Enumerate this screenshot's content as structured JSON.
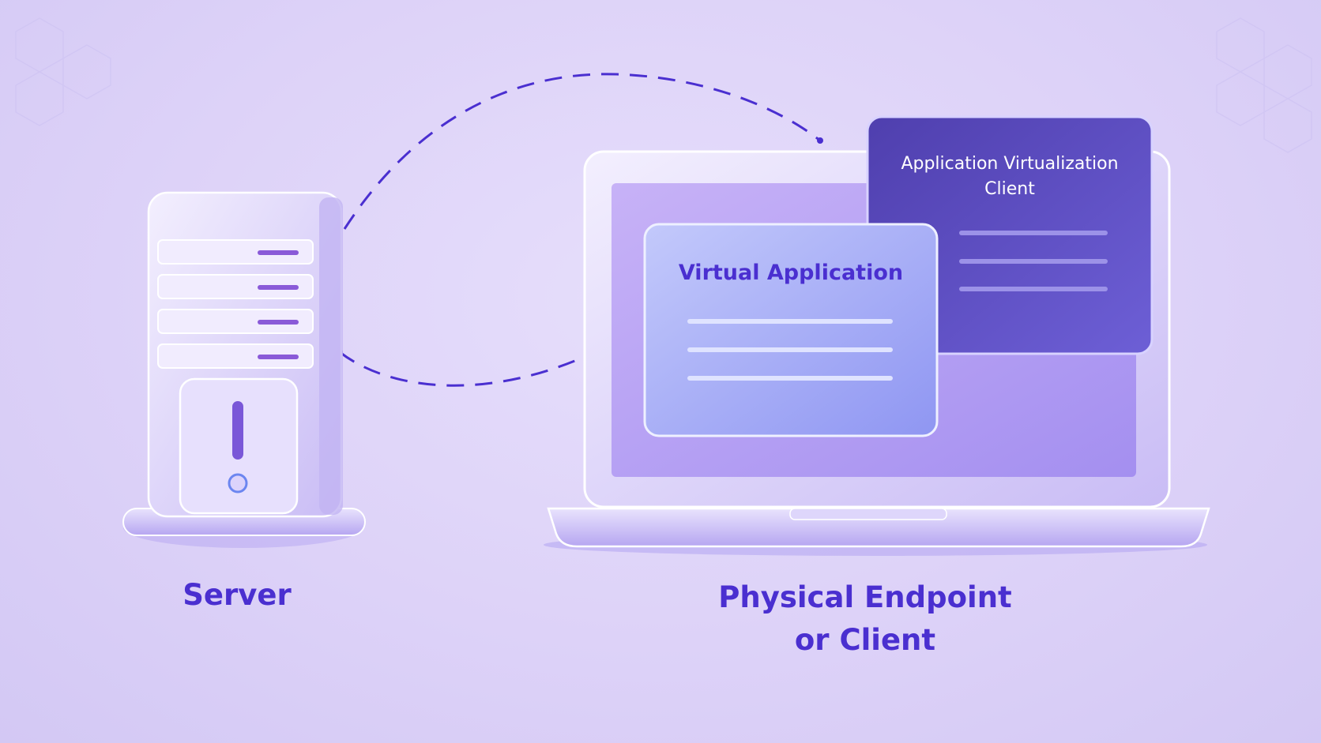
{
  "labels": {
    "server": "Server",
    "endpoint_line1": "Physical Endpoint",
    "endpoint_line2": "or Client"
  },
  "windows": {
    "virtual_application": "Virtual Application",
    "virtualization_client_line1": "Application Virtualization",
    "virtualization_client_line2": "Client"
  },
  "colors": {
    "background": "#ddd2f8",
    "accent": "#4a2fd0",
    "client_window": "#5f4fc4",
    "virtual_window": "#9ea6f6"
  }
}
